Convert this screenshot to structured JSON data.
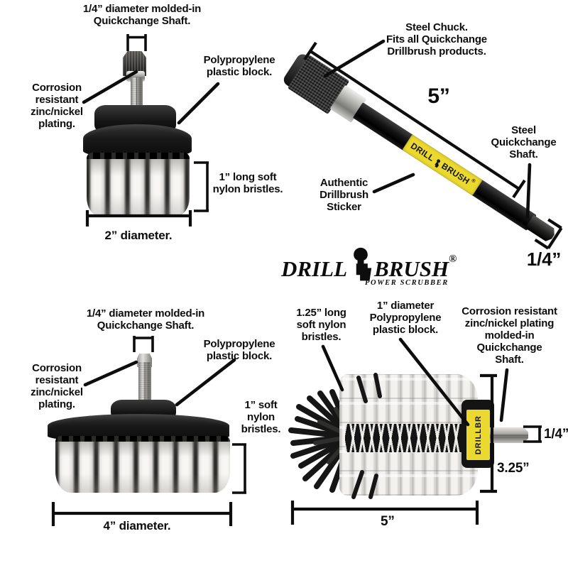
{
  "brand": {
    "drill": "DRILL",
    "brush": "BRUSH",
    "registered": "®",
    "tagline": "POWER SCRUBBER",
    "sticker_vertical": "DRILLBR",
    "accent_yellow": "#ecd92f"
  },
  "flat_brush_2in": {
    "shaft_label": "1/4” diameter molded-in\nQuickchange Shaft.",
    "block_label": "Polypropylene\nplastic block.",
    "plating_label": "Corrosion\nresistant\nzinc/nickel\nplating.",
    "bristle_label": "1” long soft\nnylon bristles.",
    "diameter_label": "2” diameter."
  },
  "extension_5in": {
    "chuck_label": "Steel Chuck.\nFits all Quickchange\nDrillbrush products.",
    "length_label": "5”",
    "shaft_label": "Steel\nQuickchange\nShaft.",
    "sticker_label": "Authentic\nDrillbrush\nSticker",
    "hex_label": "1/4”"
  },
  "flat_brush_4in": {
    "shaft_label": "1/4” diameter molded-in\nQuickchange Shaft.",
    "block_label": "Polypropylene\nplastic block.",
    "plating_label": "Corrosion\nresistant\nzinc/nickel\nplating.",
    "bristle_label": "1” soft\nnylon\nbristles.",
    "diameter_label": "4” diameter."
  },
  "cylinder_brush_5in": {
    "bristle_label": "1.25” long\nsoft nylon\nbristles.",
    "block_label": "1” diameter\nPolypropylene\nplastic block.",
    "plating_label": "Corrosion resistant\nzinc/nickel plating\nmolded-in\nQuickchange\nShaft.",
    "hex_label": "1/4”",
    "height_label": "3.25”",
    "length_label": "5”"
  }
}
